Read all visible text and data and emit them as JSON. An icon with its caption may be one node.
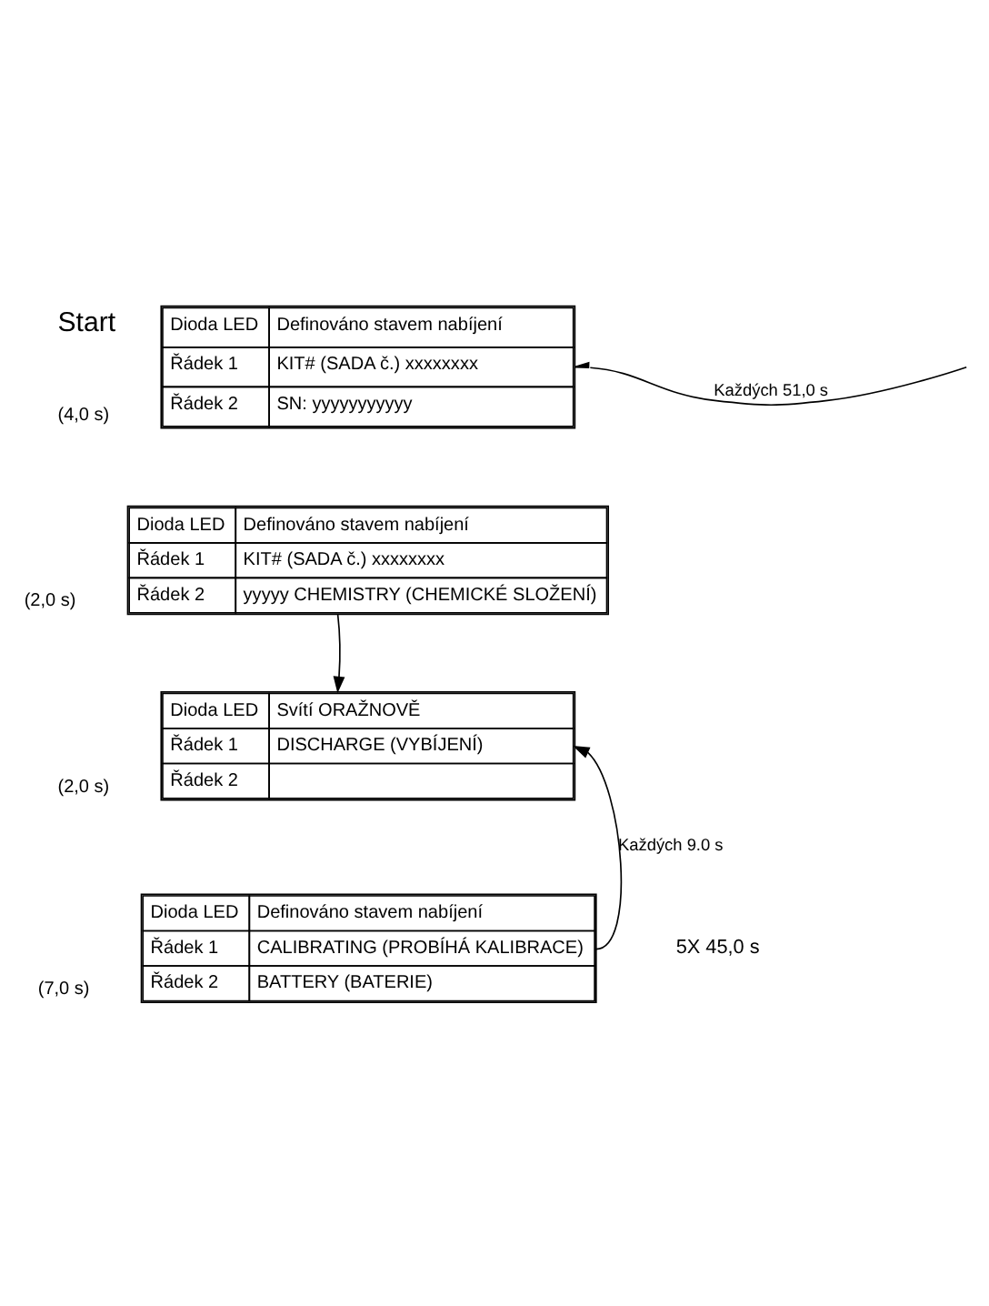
{
  "diagram": {
    "nodes": [
      {
        "text": [
          "Dioda LED",
          "Definováno stavem nabíjení",
          "Řádek 1",
          "KIT# (SADA č.) xxxxxxxx",
          "Řádek 2",
          "SN: yyyyyyyyyyy"
        ],
        "beside": [
          "Start",
          "(4,0 s)"
        ]
      },
      {
        "text": [
          "Dioda LED",
          "Definováno stavem nabíjení",
          "Řádek 1",
          "KIT# (SADA č.) xxxxxxxx",
          "Řádek 2",
          "yyyyy CHEMISTRY (CHEMICKÉ SLOŽENÍ)"
        ],
        "beside": [
          "(2,0 s)"
        ]
      },
      {
        "text": [
          "Dioda LED",
          "Svítí ORAŽNOVĚ",
          "Řádek 1",
          "DISCHARGE (VYBÍJENÍ)",
          "Řádek 2"
        ],
        "beside": [
          "(2,0 s)"
        ]
      },
      {
        "text": [
          "Dioda LED",
          "Definováno stavem nabíjení",
          "Řádek 1",
          "CALIBRATING (PROBÍHÁ KALIBRACE)",
          "Řádek 2",
          "BATTERY (BATERIE)"
        ],
        "beside": [
          "(7,0 s)"
        ]
      }
    ],
    "edges": [
      {
        "from": null,
        "to": 0,
        "arrow": "to",
        "label": "Každých 51,0 s"
      },
      {
        "from": 1,
        "to": 2,
        "arrow": "to"
      },
      {
        "from": 3,
        "to": 2,
        "arrow": "to",
        "label": "Každých 9.0 s"
      }
    ],
    "labels": [
      "5X 45,0 s"
    ]
  }
}
